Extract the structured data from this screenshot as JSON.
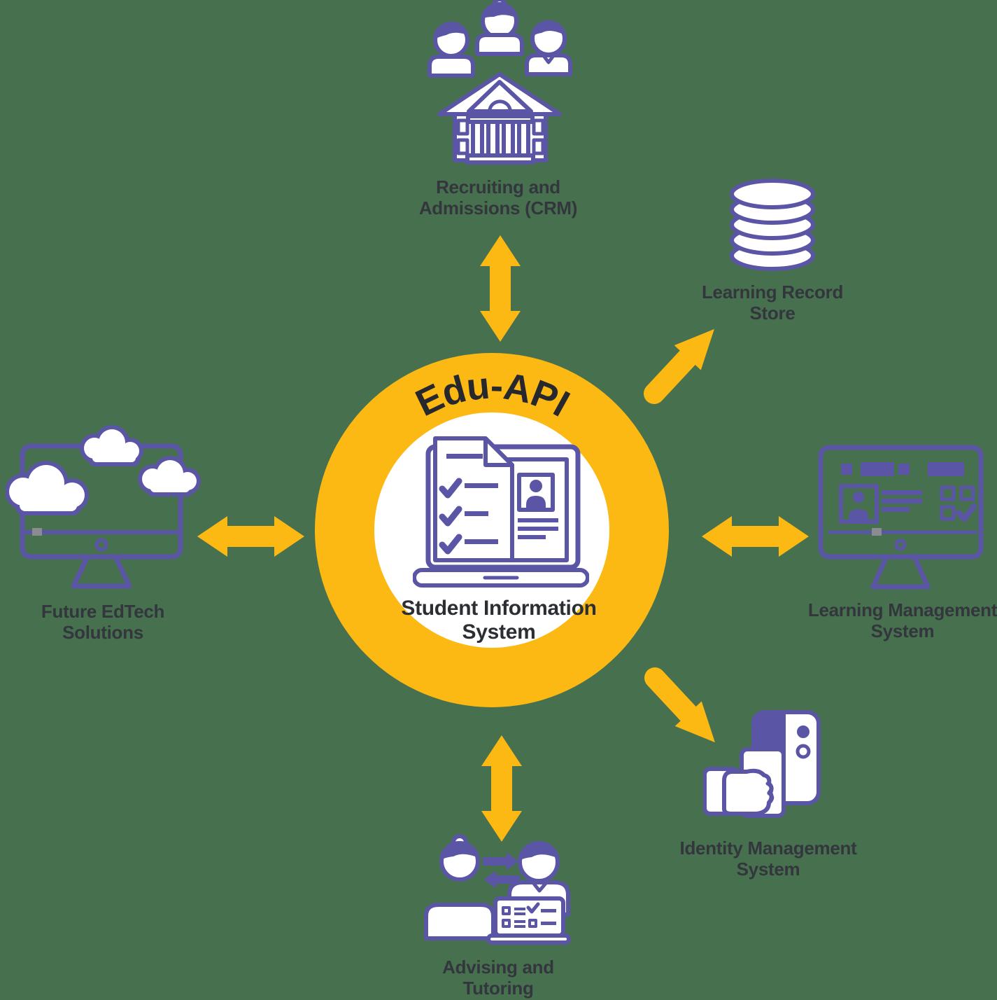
{
  "title": "Edu-API integration diagram",
  "colors": {
    "background": "#47704F",
    "accent_yellow": "#FCB813",
    "icon_purple": "#5B55A6",
    "label_dark": "#33363C",
    "hub_title_dark": "#26282D"
  },
  "hub": {
    "ring_label": "Edu-API",
    "center_label_line1": "Student Information",
    "center_label_line2": "System",
    "icon": "student-record-laptop-icon"
  },
  "nodes": [
    {
      "id": "recruiting-admissions",
      "icon": "people-school-building-icon",
      "label_line1": "Recruiting and",
      "label_line2": "Admissions (CRM)"
    },
    {
      "id": "learning-record-store",
      "icon": "database-stack-icon",
      "label_line1": "Learning Record",
      "label_line2": "Store"
    },
    {
      "id": "learning-management-system",
      "icon": "lms-monitor-icon",
      "label_line1": "Learning Management",
      "label_line2": "System"
    },
    {
      "id": "identity-management-system",
      "icon": "id-card-reader-hand-icon",
      "label_line1": "Identity Management",
      "label_line2": "System"
    },
    {
      "id": "advising-tutoring",
      "icon": "advisor-student-laptop-icon",
      "label_line1": "Advising and",
      "label_line2": "Tutoring"
    },
    {
      "id": "future-edtech",
      "icon": "cloud-monitor-icon",
      "label_line1": "Future EdTech",
      "label_line2": "Solutions"
    }
  ],
  "connectors": [
    {
      "id": "hub-to-recruiting",
      "direction": "bidirectional"
    },
    {
      "id": "hub-to-learning-record-store",
      "direction": "outbound"
    },
    {
      "id": "hub-to-lms",
      "direction": "bidirectional"
    },
    {
      "id": "hub-to-identity",
      "direction": "outbound"
    },
    {
      "id": "hub-to-advising",
      "direction": "bidirectional"
    },
    {
      "id": "hub-to-future-edtech",
      "direction": "bidirectional"
    }
  ]
}
